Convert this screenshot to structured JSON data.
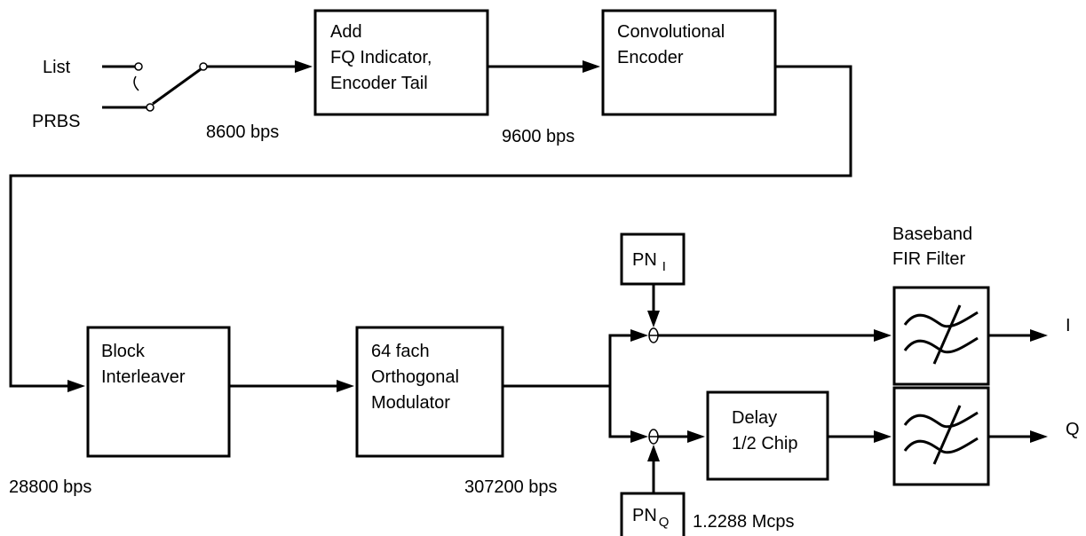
{
  "inputs": {
    "list_label": "List",
    "prbs_label": "PRBS"
  },
  "rates": {
    "after_switch": "8600 bps",
    "after_add": "9600 bps",
    "after_encoder": "28800 bps",
    "after_modulator": "307200 bps",
    "chip_rate": "1.2288 Mcps"
  },
  "blocks": {
    "add": {
      "line1": "Add",
      "line2": "FQ Indicator,",
      "line3": "Encoder Tail"
    },
    "conv": {
      "line1": "Convolutional",
      "line2": "Encoder"
    },
    "interleaver": {
      "line1": "Block",
      "line2": "Interleaver"
    },
    "modulator": {
      "line1": "64 fach",
      "line2": "Orthogonal",
      "line3": "Modulator"
    },
    "pn_i": {
      "main": "PN",
      "sub": "I"
    },
    "pn_q": {
      "main": "PN",
      "sub": "Q"
    },
    "delay": {
      "line1": "Delay",
      "line2": "1/2 Chip"
    },
    "filter": {
      "line1": "Baseband",
      "line2": "FIR Filter"
    }
  },
  "outputs": {
    "i_label": "I",
    "q_label": "Q"
  }
}
